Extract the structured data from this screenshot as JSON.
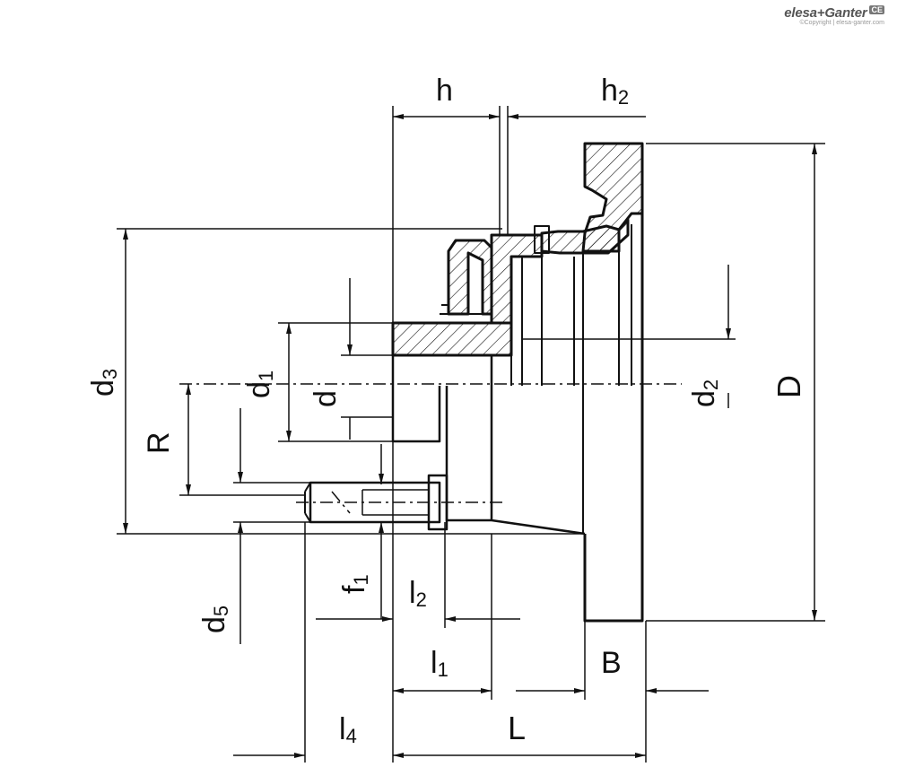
{
  "brand": {
    "name": "elesa+Ganter",
    "mark": "CE",
    "copyright": "©Copyright | elesa-ganter.com"
  },
  "labels": {
    "h": "h",
    "h2": "h",
    "h2_sub": "2",
    "d3": "d",
    "d3_sub": "3",
    "d1": "d",
    "d1_sub": "1",
    "d": "d",
    "R": "R",
    "d2": "d",
    "d2_sub": "2",
    "D": "D",
    "d5": "d",
    "d5_sub": "5",
    "f1": "f",
    "f1_sub": "1",
    "l2": "l",
    "l2_sub": "2",
    "l1": "l",
    "l1_sub": "1",
    "B": "B",
    "l4": "l",
    "l4_sub": "4",
    "L": "L"
  }
}
